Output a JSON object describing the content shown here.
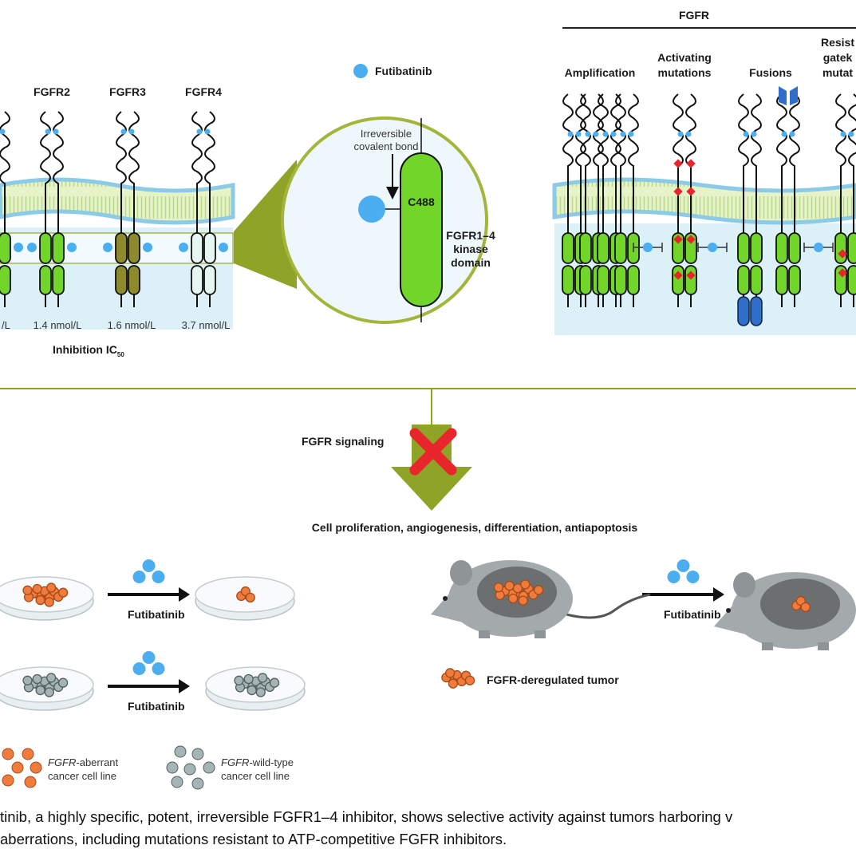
{
  "colors": {
    "olive": "#8fa326",
    "kinase_green": "#72d62a",
    "drug_blue": "#4aaef0",
    "tumor_orange": "#ef7b3c",
    "membrane": "#bfe3f2",
    "cytoplasm": "#dff1f9",
    "inhibit_red": "#e8252a",
    "fusion_blue": "#2f6fc9"
  },
  "legend": {
    "drug_label": "Futibatinib"
  },
  "left_panel": {
    "receptors": [
      {
        "name": "FGFR2",
        "ic50": "1.4 nmol/L"
      },
      {
        "name": "FGFR3",
        "ic50": "1.6 nmol/L"
      },
      {
        "name": "FGFR4",
        "ic50": "3.7 nmol/L"
      }
    ],
    "partial_ic50": "/L",
    "inhibition_label": "Inhibition IC",
    "inhibition_sub": "50"
  },
  "zoom_circle": {
    "bond_line1": "Irreversible",
    "bond_line2": "covalent bond",
    "residue": "C488",
    "domain_line1": "FGFR1–4",
    "domain_line2": "kinase",
    "domain_line3": "domain"
  },
  "right_panel": {
    "title": "FGFR",
    "columns": [
      {
        "line1": "",
        "line2": "Amplification"
      },
      {
        "line1": "Activating",
        "line2": "mutations"
      },
      {
        "line1": "",
        "line2": "Fusions"
      },
      {
        "line0": "Resist",
        "line1": "gatek",
        "line2": "mutat"
      }
    ]
  },
  "signaling": {
    "label": "FGFR signaling",
    "outcome": "Cell proliferation, angiogenesis, differentiation, antiapoptosis"
  },
  "experiments": {
    "arrow_label": "Futibatinib",
    "tumor_legend": "FGFR-deregulated tumor"
  },
  "cell_legend": {
    "aberrant_italic": "FGFR",
    "aberrant_rest": "-aberrant",
    "aberrant_line2": "cancer cell line",
    "wild_italic": "FGFR",
    "wild_rest": "-wild-type",
    "wild_line2": "cancer cell line"
  },
  "caption": {
    "line1": "tinib, a highly specific, potent, irreversible FGFR1–4 inhibitor, shows selective activity against tumors harboring v",
    "line2": "aberrations, including mutations resistant to ATP-competitive FGFR inhibitors."
  }
}
